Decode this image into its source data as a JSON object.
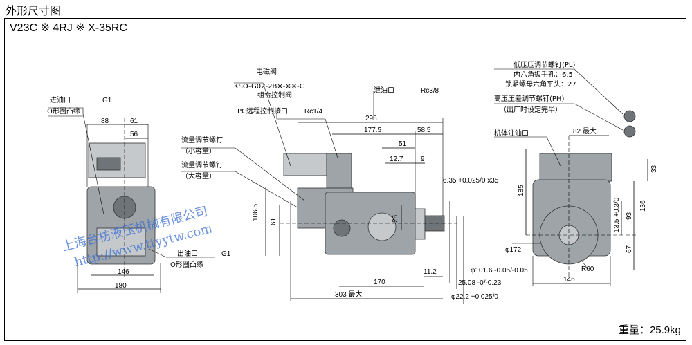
{
  "heading": "外形尺寸图",
  "model_code": "V23C ※ 4RJ ※ X-35RC",
  "weight": "重量：25.9kg",
  "labels": {
    "inlet_port": "进油口",
    "inlet_port_size": "G1",
    "inlet_flange": "O形圈凸缘",
    "outlet_port": "出油口",
    "outlet_port_size": "G1",
    "outlet_flange": "O形圈凸缘",
    "solenoid_valve": "电磁阀",
    "solenoid_model": "KSO-G02-2B※-※※-C",
    "combined_valve": "组合控制阀",
    "pc_port": "PC远程控制接口",
    "pc_port_size": "Rc1/4",
    "drain_port": "泄油口",
    "drain_port_size": "Rc3/8",
    "flow_screw_small": "流量调节螺钉",
    "flow_screw_small_note": "（小容量）",
    "flow_screw_large": "流量调节螺钉",
    "flow_screw_large_note": "（大容量）",
    "low_pressure_screw": "低压压调节螺钉(PL)",
    "hex_wrench": "内六角扳手孔：6.5",
    "lock_nut": "锁紧螺母六角平头：27",
    "high_pressure_screw": "高压压差调节螺钉(PH)",
    "factory_setting": "（出厂时设定完毕）",
    "body_fill_port": "机体注油口"
  },
  "dimensions": {
    "d88": "88",
    "d61": "61",
    "d56": "56",
    "d146_front": "146",
    "d180": "180",
    "d298": "298",
    "d177_5": "177.5",
    "d58_5": "58.5",
    "d51": "51",
    "d12_7": "12.7",
    "d9": "9",
    "d106_5": "106.5",
    "d61_side": "61",
    "d25": "25",
    "key": "6.35 +0.025/0 x35",
    "d11_2": "11.2",
    "d170": "170",
    "d303": "303 最大",
    "d101_6": "φ101.6 -0.05/-0.05",
    "d25_08": "25.08 -0/-0.23",
    "d22_2": "φ22.2 +0.025/0",
    "d82": "82 最大",
    "d33": "33",
    "d185": "185",
    "d136": "136",
    "d13_5": "13.5 +0.3/0",
    "d93": "93",
    "d67": "67",
    "d172": "φ172",
    "r60": "R60",
    "d146_rear": "146"
  },
  "watermark": {
    "line1": "上海台枋液压机械有限公司",
    "line2": "http://www.ttyytw.com"
  },
  "colors": {
    "pump_body": "#9fa4a8",
    "watermark": "#3b6fd0"
  }
}
